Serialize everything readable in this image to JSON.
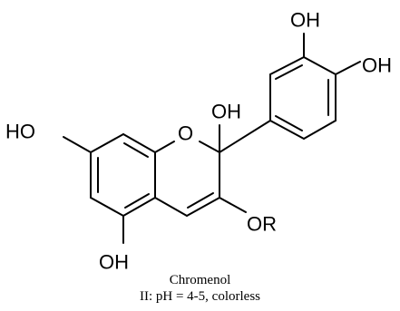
{
  "labels": {
    "oh_c3prime": "OH",
    "oh_c4prime": "OH",
    "oh_c2": "OH",
    "ring_o": "O",
    "oh_c7": "HO",
    "or_c3": "OR",
    "oh_c5": "OH"
  },
  "caption": {
    "name": "Chromenol",
    "condition": "II: pH = 4-5, colorless"
  }
}
